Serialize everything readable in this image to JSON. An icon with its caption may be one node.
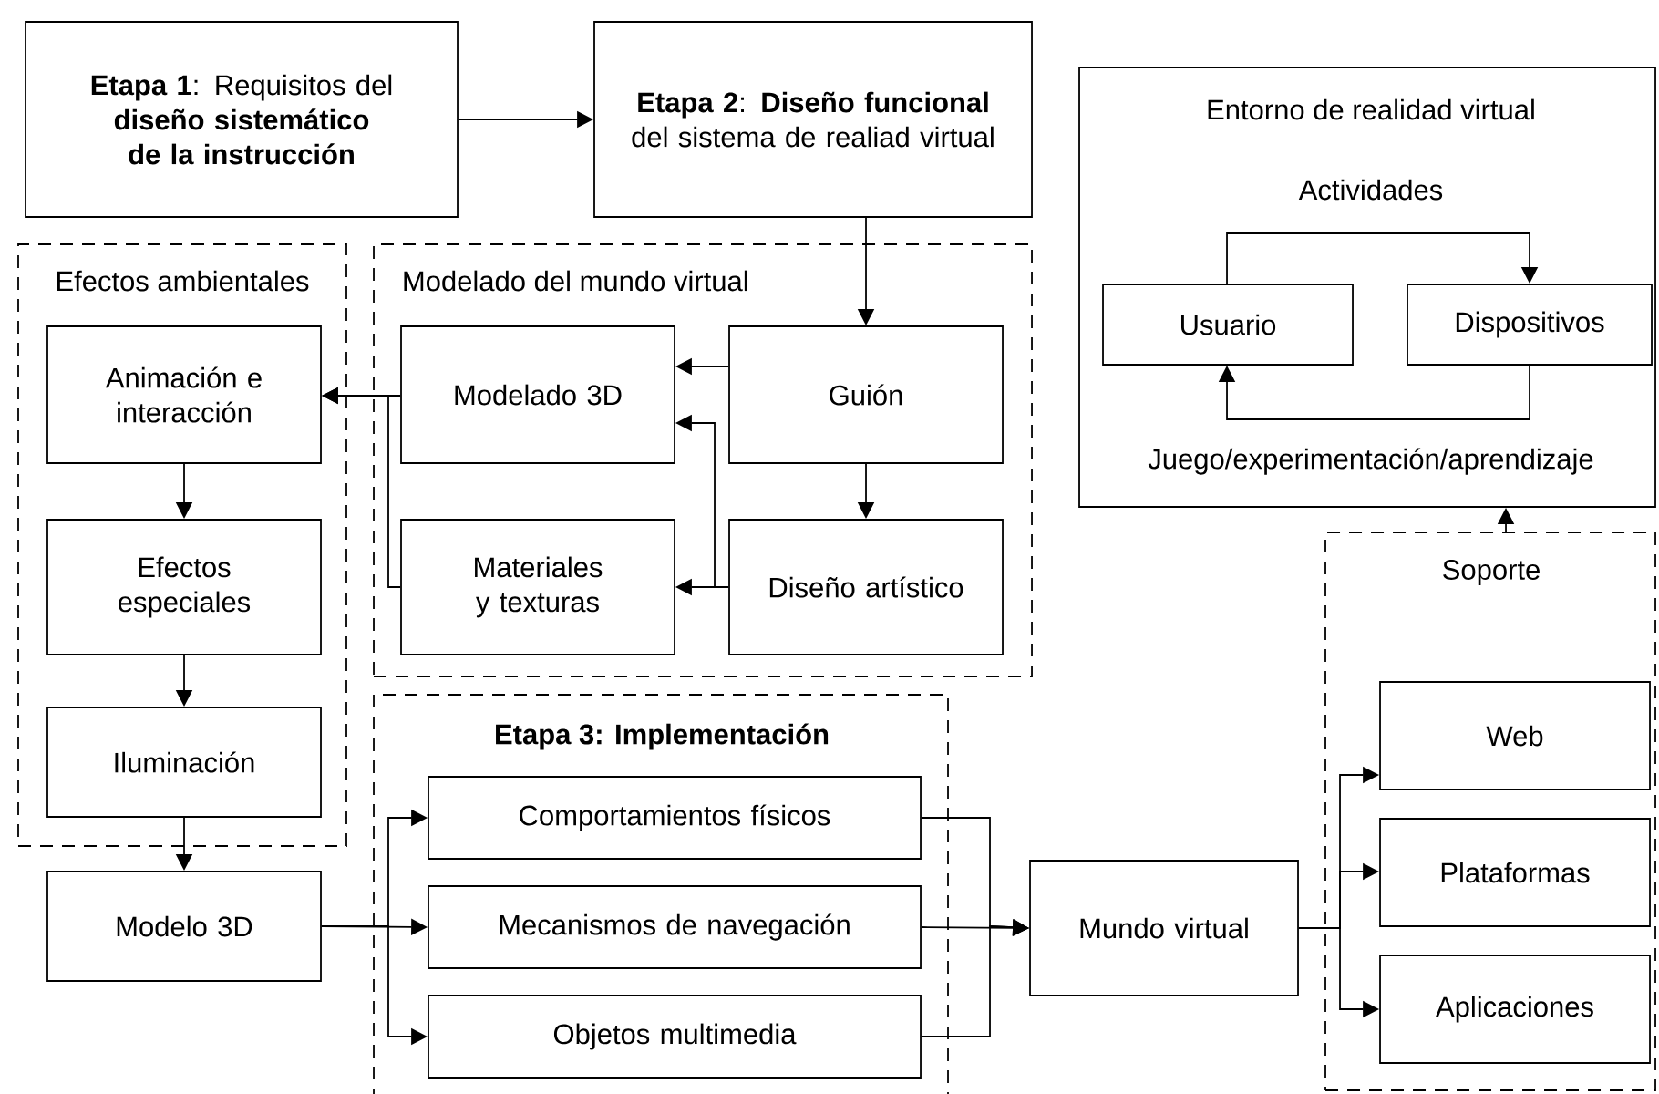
{
  "diagram": {
    "nodes": [
      {
        "text": [
          "**Etapa 1**: Requisitos del **diseño sistemático de la instrucción**"
        ]
      },
      {
        "text": [
          "**Etapa 2**: **Diseño funcional** del sistema de realiad virtual"
        ]
      },
      {
        "text": [
          "Efectos ambientales"
        ]
      },
      {
        "text": [
          "Animación e interacción"
        ],
        "in": 2
      },
      {
        "text": [
          "Efectos especiales"
        ],
        "in": 2
      },
      {
        "text": [
          "Iluminación"
        ],
        "in": 2
      },
      {
        "text": [
          "Modelado del mundo virtual"
        ]
      },
      {
        "text": [
          "Modelado 3D"
        ],
        "in": 6
      },
      {
        "text": [
          "Guión"
        ],
        "in": 6
      },
      {
        "text": [
          "Materiales y texturas"
        ],
        "in": 6
      },
      {
        "text": [
          "Diseño artístico"
        ],
        "in": 6
      },
      {
        "text": [
          "Modelo 3D"
        ]
      },
      {
        "text": [
          "Etapa 3: Implementación"
        ]
      },
      {
        "text": [
          "Comportamientos físicos"
        ],
        "in": 12
      },
      {
        "text": [
          "Mecanismos de navegación"
        ],
        "in": 12
      },
      {
        "text": [
          "Objetos multimedia"
        ],
        "in": 12
      },
      {
        "text": [
          "Mundo virtual"
        ]
      },
      {
        "text": [
          "Soporte"
        ]
      },
      {
        "text": [
          "Web"
        ],
        "in": 17
      },
      {
        "text": [
          "Plataformas"
        ],
        "in": 17
      },
      {
        "text": [
          "Aplicaciones"
        ],
        "in": 17
      },
      {
        "text": [
          "Entorno de realidad virtual"
        ]
      },
      {
        "text": [
          "Usuario"
        ],
        "in": 21
      },
      {
        "text": [
          "Dispositivos"
        ],
        "in": 21
      }
    ],
    "edges": [
      {
        "from": 0,
        "to": 1,
        "arrow": "to"
      },
      {
        "from": 1,
        "to": 8,
        "arrow": "to"
      },
      {
        "from": 8,
        "to": 7,
        "arrow": "to"
      },
      {
        "from": 8,
        "to": 10,
        "arrow": "to"
      },
      {
        "from": 10,
        "to": 7,
        "arrow": "to"
      },
      {
        "from": 10,
        "to": 9,
        "arrow": "to"
      },
      {
        "from": 7,
        "to": 3,
        "arrow": "to"
      },
      {
        "from": 9,
        "to": 3,
        "arrow": "to"
      },
      {
        "from": 3,
        "to": 4,
        "arrow": "to"
      },
      {
        "from": 4,
        "to": 5,
        "arrow": "to"
      },
      {
        "from": 5,
        "to": 11,
        "arrow": "to"
      },
      {
        "from": 11,
        "to": 13,
        "arrow": "to"
      },
      {
        "from": 11,
        "to": 14,
        "arrow": "to"
      },
      {
        "from": 11,
        "to": 15,
        "arrow": "to"
      },
      {
        "from": 13,
        "to": 16,
        "arrow": "to"
      },
      {
        "from": 14,
        "to": 16,
        "arrow": "to"
      },
      {
        "from": 15,
        "to": 16,
        "arrow": "to"
      },
      {
        "from": 16,
        "to": 18,
        "arrow": "to"
      },
      {
        "from": 16,
        "to": 19,
        "arrow": "to"
      },
      {
        "from": 16,
        "to": 20,
        "arrow": "to"
      },
      {
        "from": 17,
        "to": 21,
        "arrow": "to"
      },
      {
        "from": 22,
        "to": 23,
        "arrow": "to",
        "label": "Actividades"
      },
      {
        "from": 23,
        "to": 22,
        "arrow": "to",
        "label": "Juego/experimentación/aprendizaje"
      }
    ]
  }
}
